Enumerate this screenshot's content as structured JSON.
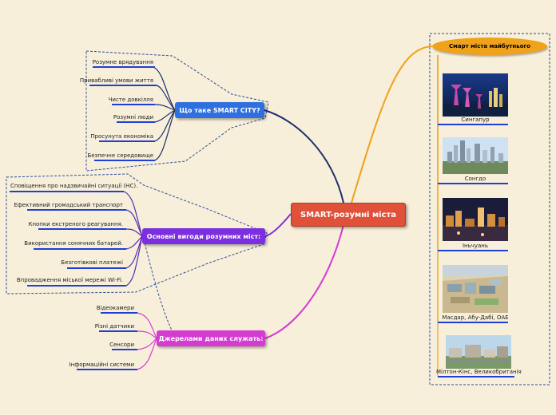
{
  "central": "SMART-розумні міста",
  "branch_what": {
    "title": "Що таке SMART CITY?",
    "items": [
      "Розумне врядування",
      "Привабливі умови життя",
      "Чисте довкілля",
      "Розумні люди",
      "Просунута економіка",
      "Безпечне середовище"
    ]
  },
  "branch_benefits": {
    "title": "Основні вигоди розумних міст:",
    "items": [
      "Сповіщення про надзвичайні ситуації (НС).",
      "Ефективний громадський транспорт",
      "Кнопки екстреного реагування.",
      "Використання сонячних батарей.",
      "Безготівкові платежі",
      "Впровадження міської мережі Wi-Fi."
    ]
  },
  "branch_sources": {
    "title": "Джерелами даних служать:",
    "items": [
      "Відеокамери",
      "Різні датчики",
      "Сенсори",
      "Інформаційні системи"
    ]
  },
  "branch_future": {
    "title": "Смарт міста майбутнього",
    "items": [
      "Сингапур",
      "Сонгдо",
      "Іньчуань",
      "Масдар, Абу-Дабі, ОАЕ",
      "Мілтон-Кінс, Великобританія"
    ]
  },
  "colors": {
    "background": "#f7efd9",
    "central": "#e0513a",
    "what": "#2f6fe0",
    "benefits": "#7b2fe0",
    "sources": "#d43bd1",
    "future": "#f0a21a",
    "underline": "#1f3fd6",
    "boundary": "#2b4a9a"
  }
}
